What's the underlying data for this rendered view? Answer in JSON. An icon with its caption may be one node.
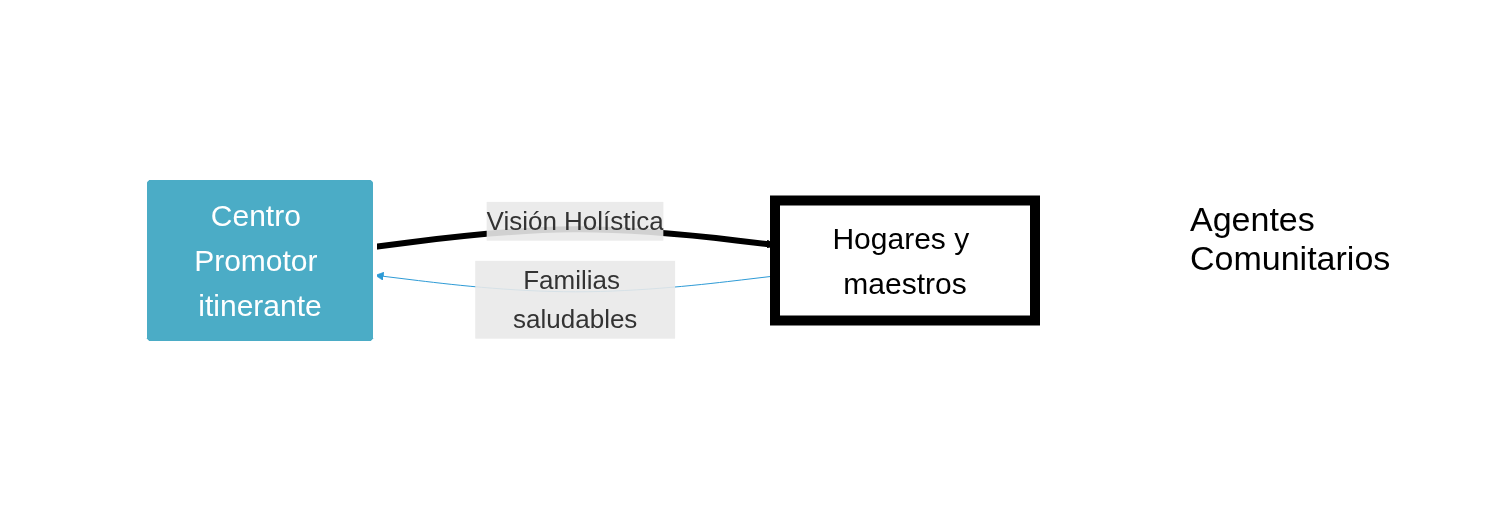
{
  "diagram": {
    "nodes": [
      {
        "text": [
          "Centro Promotor itinerante"
        ]
      },
      {
        "text": [
          "Hogares y maestros"
        ]
      }
    ],
    "edges": [
      {
        "from": 0,
        "to": 1,
        "arrow": "to",
        "label": "Visión Holística",
        "style": "thick"
      },
      {
        "from": 1,
        "to": 0,
        "arrow": "to",
        "label": "Familias saludables",
        "color": "#2e9bd6"
      }
    ],
    "labels": [
      "Agentes Comunitarios"
    ]
  }
}
